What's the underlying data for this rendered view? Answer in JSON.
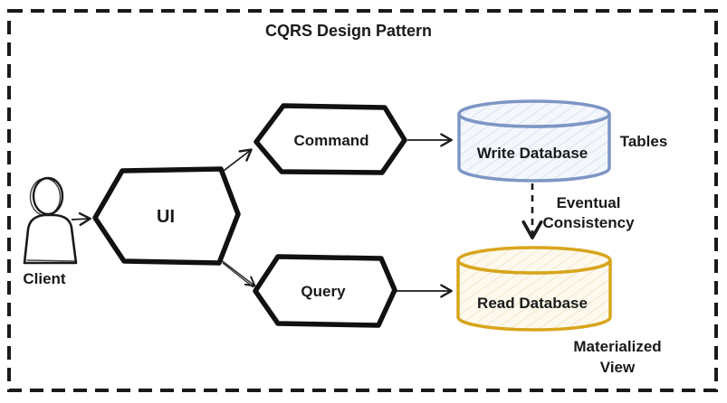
{
  "title": "CQRS Design Pattern",
  "nodes": {
    "client": {
      "label": "Client"
    },
    "ui": {
      "label": "UI"
    },
    "command": {
      "label": "Command"
    },
    "query": {
      "label": "Query"
    },
    "write_db": {
      "label": "Write Database"
    },
    "read_db": {
      "label": "Read Database"
    }
  },
  "annotations": {
    "tables": "Tables",
    "eventual_line1": "Eventual",
    "eventual_line2": "Consistency",
    "materialized_line1": "Materialized",
    "materialized_line2": "View"
  },
  "colors": {
    "ink": "#1a1a1a",
    "write_db_stroke": "#7e96c4",
    "write_db_fill": "#f4f7fc",
    "write_db_hatch": "#ccd9ee",
    "read_db_stroke": "#d8a51c",
    "read_db_fill": "#fdf9ee",
    "read_db_hatch": "#efdfba"
  }
}
